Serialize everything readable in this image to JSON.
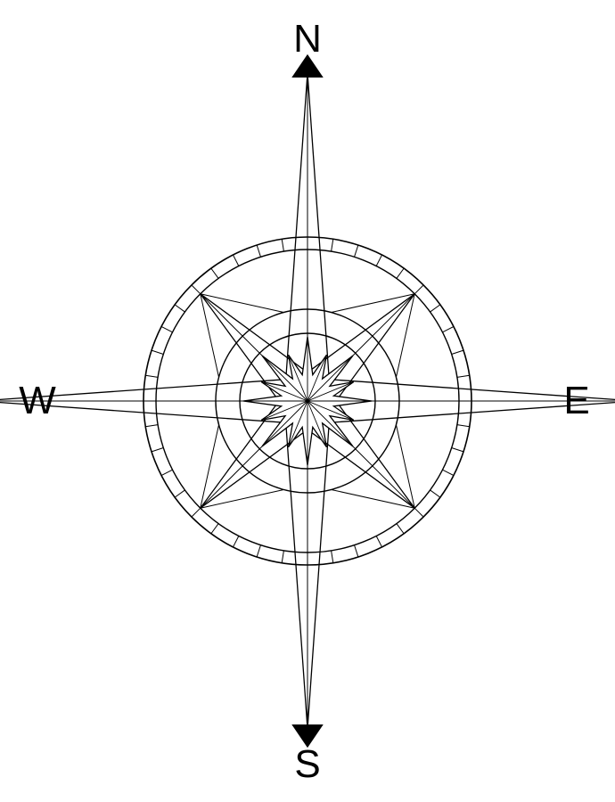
{
  "compass": {
    "labels": {
      "north": "N",
      "south": "S",
      "west": "W",
      "east": "E"
    },
    "stroke_color": "#000000",
    "background_color": "#ffffff"
  }
}
